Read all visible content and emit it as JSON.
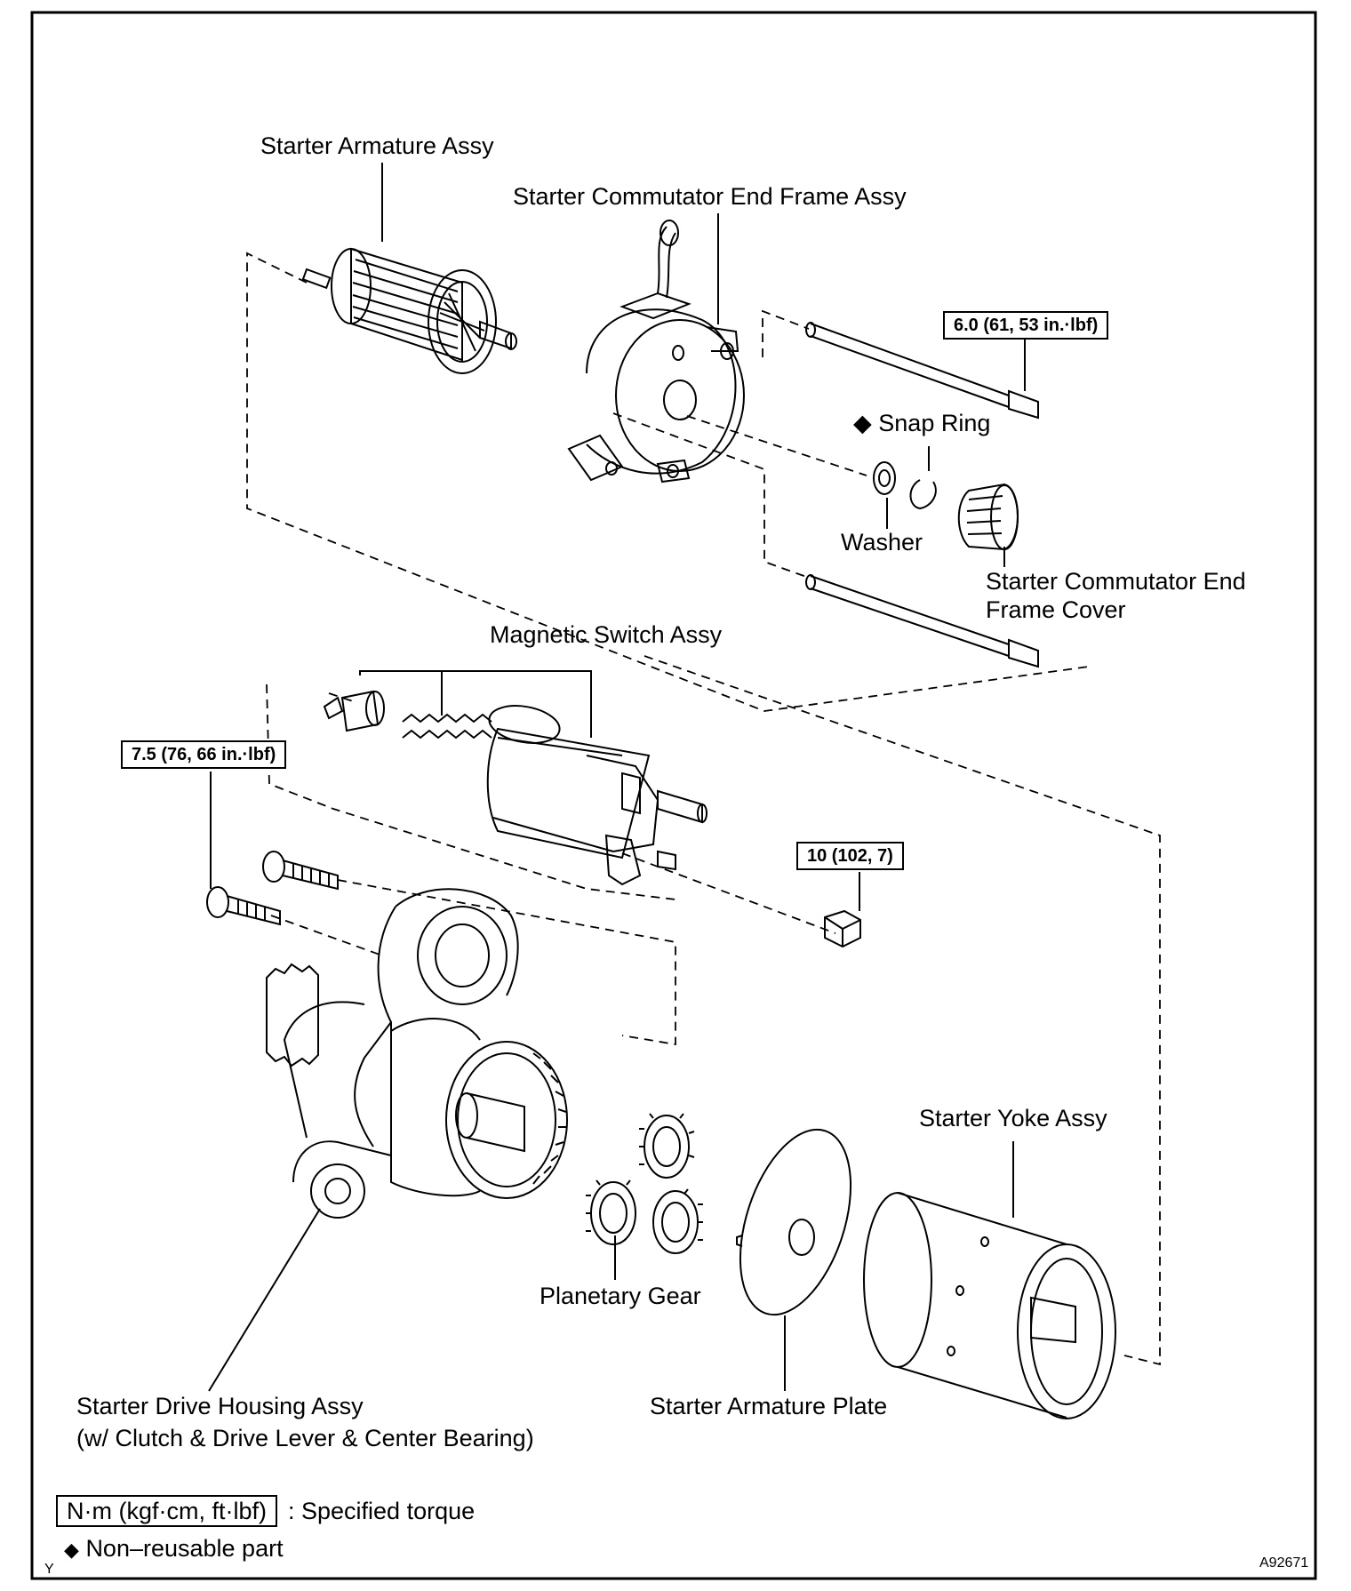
{
  "parts": {
    "armature": "Starter Armature Assy",
    "commutator_frame": "Starter Commutator End Frame Assy",
    "snap_ring": "Snap Ring",
    "washer": "Washer",
    "cover_line1": "Starter Commutator End",
    "cover_line2": "Frame Cover",
    "magnetic_switch": "Magnetic Switch Assy",
    "yoke": "Starter Yoke Assy",
    "planetary_gear": "Planetary Gear",
    "armature_plate": "Starter Armature Plate",
    "drive_housing_line1": "Starter Drive Housing Assy",
    "drive_housing_line2": "(w/ Clutch & Drive Lever & Center Bearing)"
  },
  "torques": {
    "through_bolt": "6.0 (61, 53 in.·lbf)",
    "housing_bolt": "7.5 (76, 66 in.·lbf)",
    "terminal_nut": "10 (102, 7)"
  },
  "legend": {
    "torque_unit": "N·m (kgf·cm, ft·lbf)",
    "torque_desc": ": Specified torque",
    "nonreusable_symbol": "◆",
    "nonreusable_desc": "Non–reusable part"
  },
  "figure_id": "A92671",
  "corner_mark": "Y"
}
